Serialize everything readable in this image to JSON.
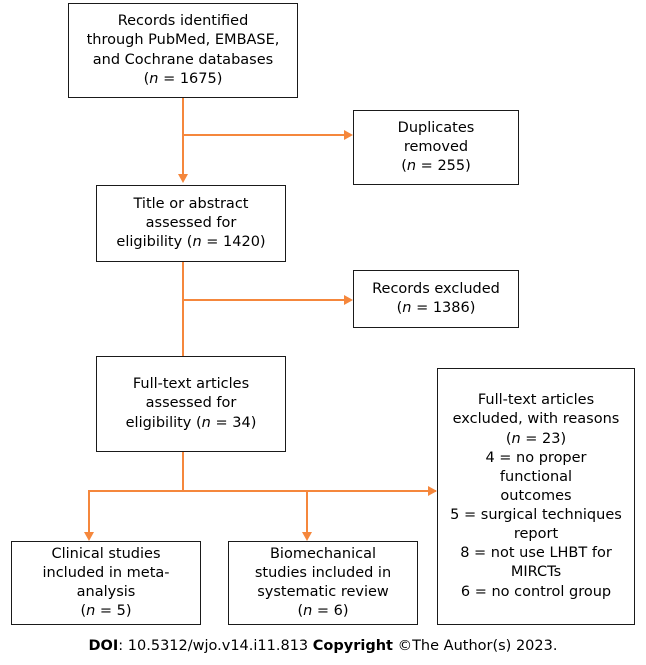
{
  "figure": {
    "type": "prisma-flow-diagram",
    "accent_color": "#F5873C",
    "box_border_color": "#1a1a1a",
    "background_color": "#ffffff"
  },
  "nodes": {
    "identified": {
      "line1": "Records identified",
      "line2": "through PubMed, EMBASE,",
      "line3": "and Cochrane databases",
      "count_prefix": "(",
      "count_italic": "n",
      "count_value": " = 1675)",
      "full_text": "Records identified through PubMed, EMBASE, and Cochrane databases (n = 1675)"
    },
    "duplicates": {
      "line1": "Duplicates",
      "line2": "removed",
      "count_prefix": "(",
      "count_italic": "n",
      "count_value": " = 255)",
      "full_text": "Duplicates removed (n = 255)"
    },
    "screened": {
      "line1": "Title or abstract",
      "line2": "assessed for",
      "line3_prefix": "eligibility (",
      "line3_italic": "n",
      "line3_value": " = 1420)",
      "full_text": "Title or abstract assessed for eligibility (n = 1420)"
    },
    "records_excluded": {
      "line1": "Records excluded",
      "count_prefix": "(",
      "count_italic": "n",
      "count_value": " = 1386)",
      "full_text": "Records excluded (n = 1386)"
    },
    "fulltext_assessed": {
      "line1": "Full-text articles",
      "line2": "assessed for",
      "line3_prefix": "eligibility (",
      "line3_italic": "n",
      "line3_value": " = 34)",
      "full_text": "Full-text articles assessed for eligibility (n = 34)"
    },
    "fulltext_excluded": {
      "line1": "Full-text articles",
      "line2": "excluded, with reasons",
      "count_prefix": "(",
      "count_italic": "n",
      "count_value": " = 23)",
      "reasons": [
        "4 = no proper functional outcomes",
        "5 = surgical techniques report",
        "8 = not use LHBT for MIRCTs",
        "6 = no control group"
      ],
      "reasons_wrapped": "4 = no proper\nfunctional\noutcomes\n5 = surgical techniques\nreport\n8 = not use LHBT for\nMIRCTs\n6 = no control group",
      "full_text": "Full-text articles excluded, with reasons (n = 23) 4 = no proper functional outcomes; 5 = surgical techniques report; 8 = not use LHBT for MIRCTs; 6 = no control group"
    },
    "clinical_included": {
      "line1": "Clinical studies",
      "line2": "included in meta-",
      "line3": "analysis",
      "count_prefix": "(",
      "count_italic": "n",
      "count_value": " = 5)",
      "full_text": "Clinical studies included in meta-analysis (n = 5)"
    },
    "biomechanical_included": {
      "line1": "Biomechanical",
      "line2": "studies included in",
      "line3": "systematic review",
      "count_prefix": "(",
      "count_italic": "n",
      "count_value": " = 6)",
      "full_text": "Biomechanical studies included in systematic review (n = 6)"
    }
  },
  "footer": {
    "doi_label": "DOI",
    "doi_sep": ": ",
    "doi_value": "10.5312/wjo.v14.i11.813",
    "copyright_label": "Copyright",
    "copyright_value": " ©The Author(s) 2023."
  }
}
